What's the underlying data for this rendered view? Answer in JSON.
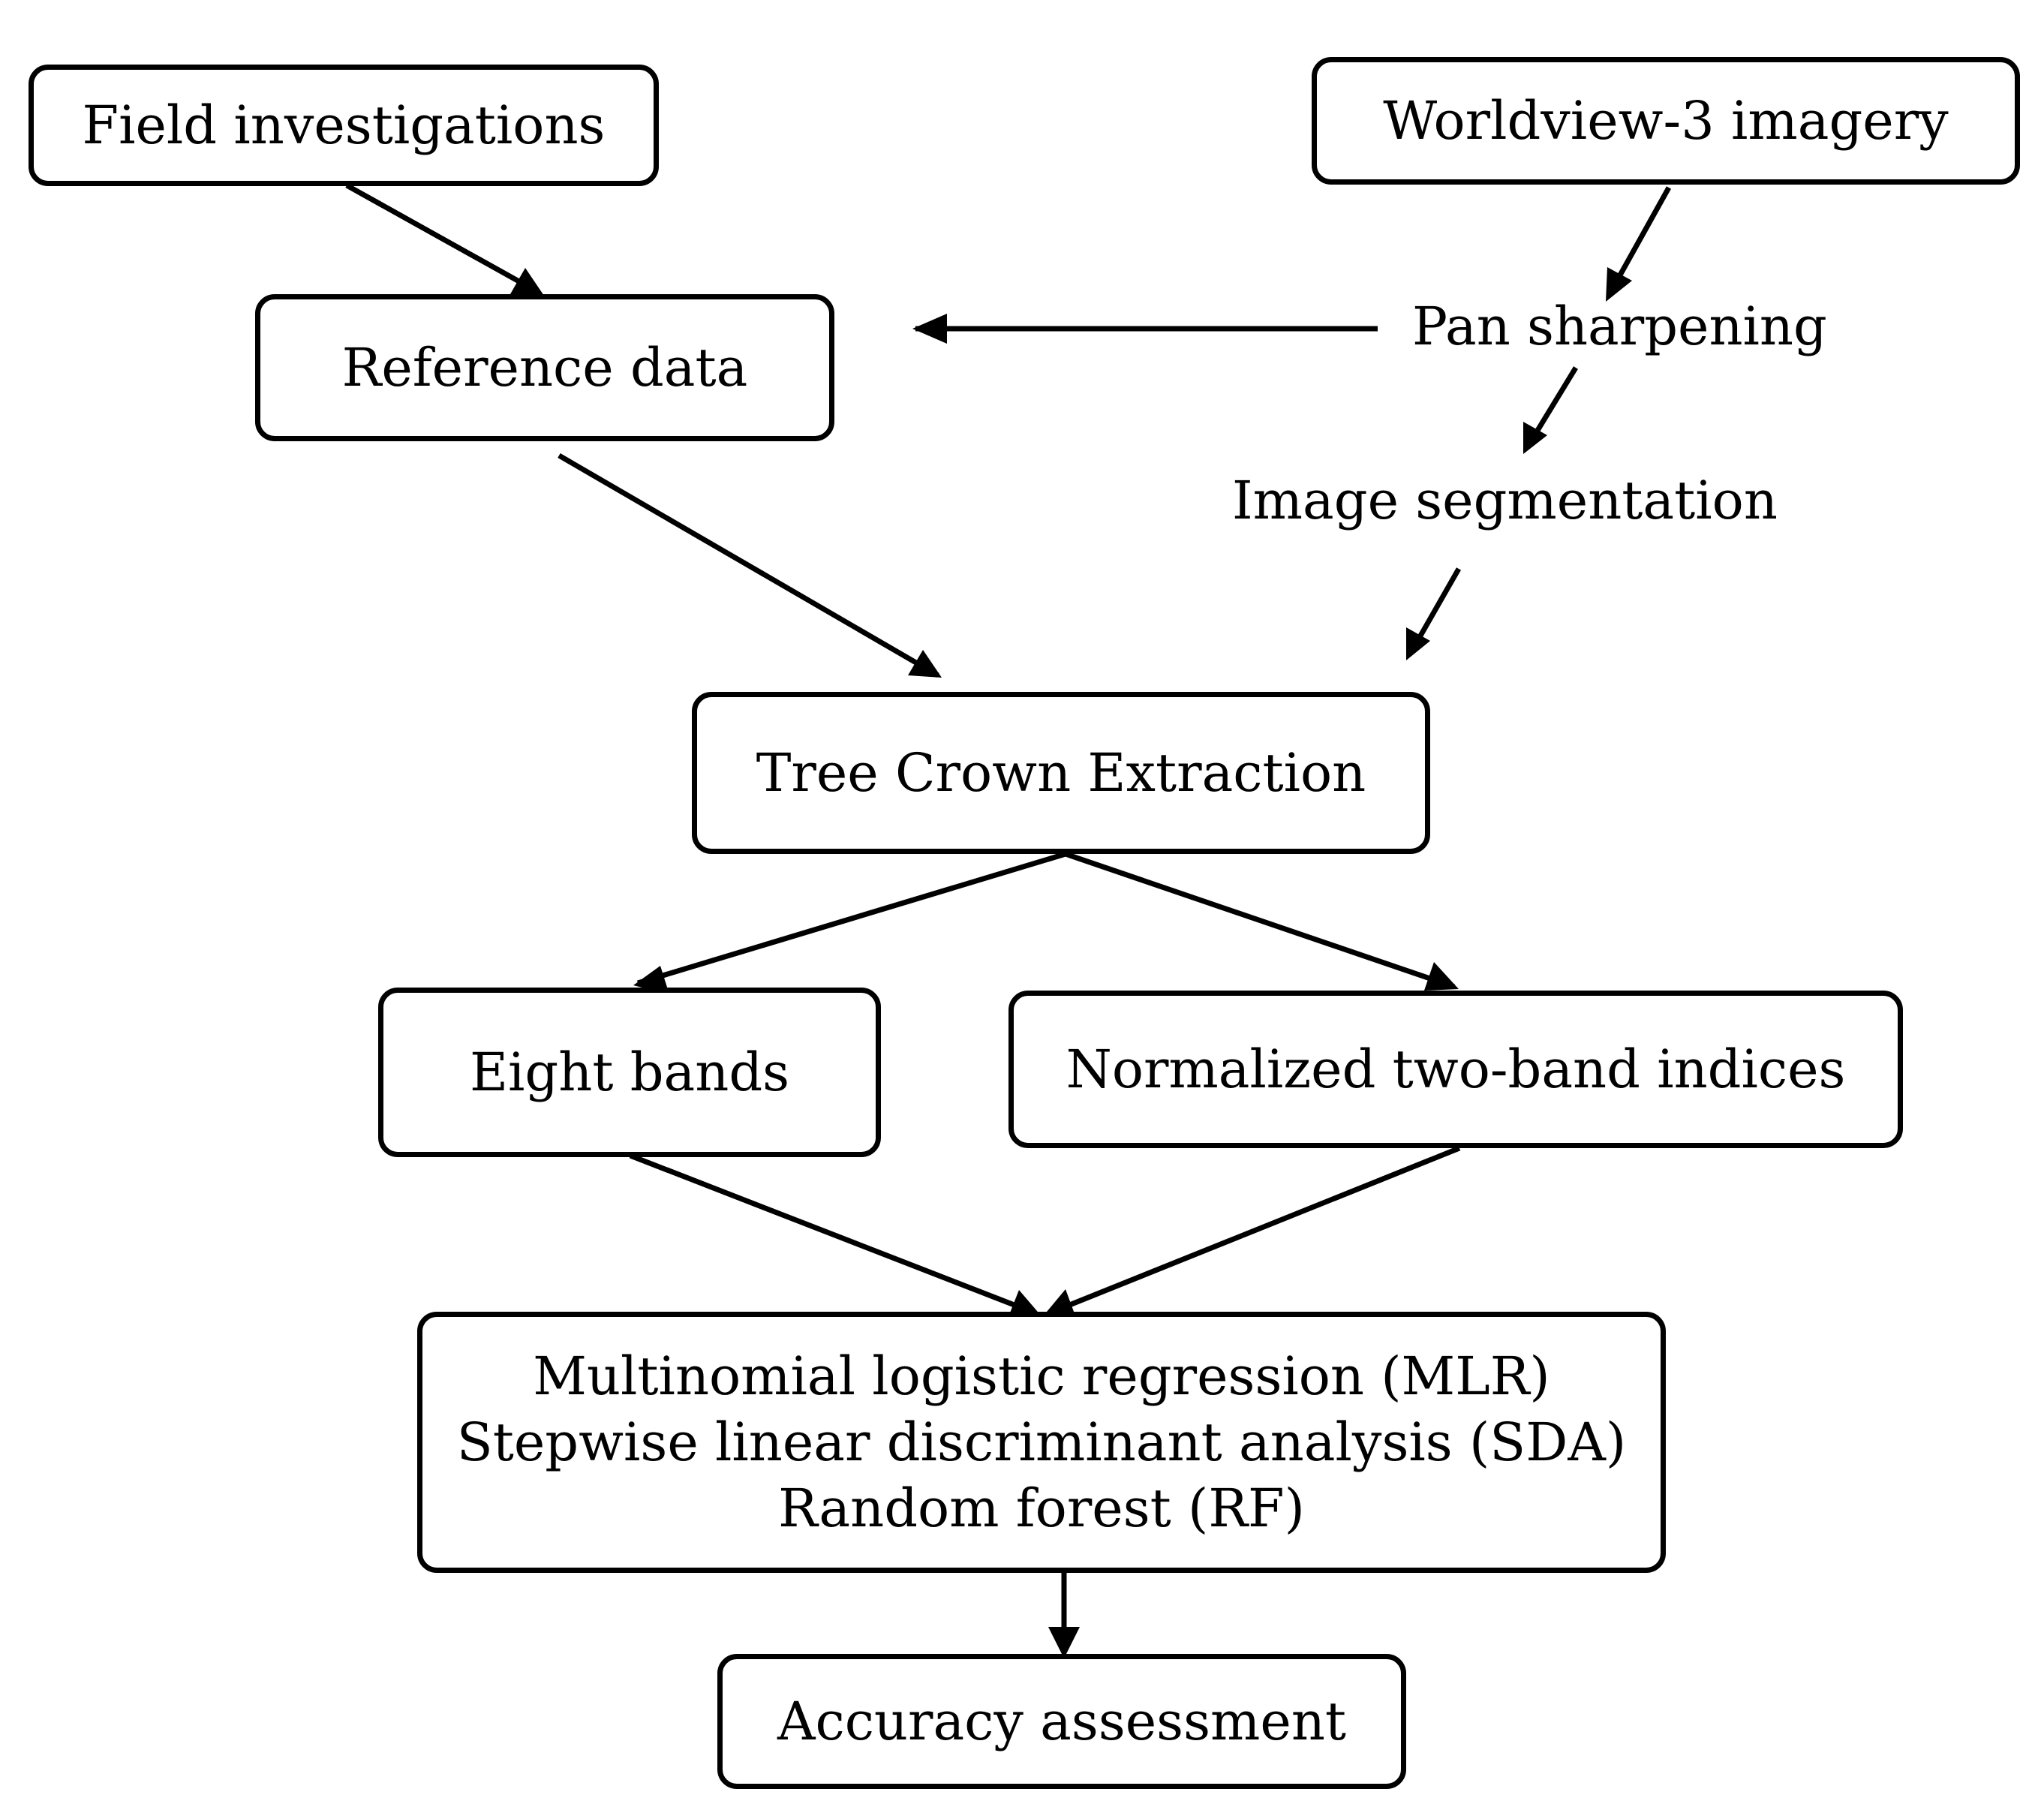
{
  "diagram": {
    "nodes": {
      "field": "Field investigations",
      "worldview": "Worldview-3 imagery",
      "pan": "Pan sharpening",
      "reference": "Reference data",
      "segmentation": "Image segmentation",
      "crown": "Tree Crown Extraction",
      "eight_bands": "Eight bands",
      "indices": "Normalized two-band indices",
      "methods": [
        "Multinomial logistic regression (MLR)",
        "Stepwise linear discriminant analysis (SDA)",
        "Random forest (RF)"
      ],
      "accuracy": "Accuracy assessment"
    },
    "edges": [
      {
        "from": "field",
        "to": "reference"
      },
      {
        "from": "worldview",
        "to": "pan"
      },
      {
        "from": "pan",
        "to": "reference"
      },
      {
        "from": "pan",
        "to": "segmentation"
      },
      {
        "from": "reference",
        "to": "crown"
      },
      {
        "from": "segmentation",
        "to": "crown"
      },
      {
        "from": "crown",
        "to": "eight_bands"
      },
      {
        "from": "crown",
        "to": "indices"
      },
      {
        "from": "eight_bands",
        "to": "methods"
      },
      {
        "from": "indices",
        "to": "methods"
      },
      {
        "from": "methods",
        "to": "accuracy"
      }
    ]
  }
}
